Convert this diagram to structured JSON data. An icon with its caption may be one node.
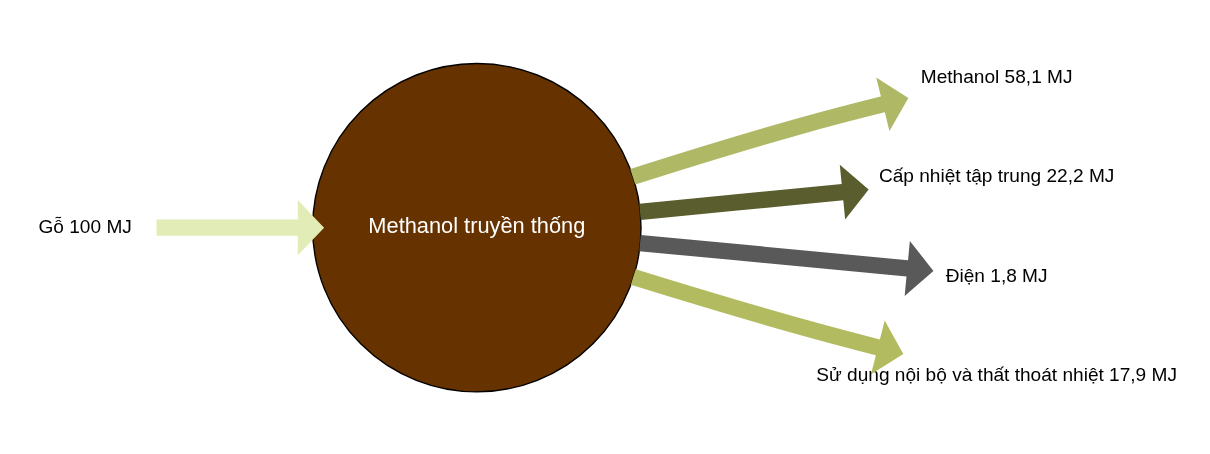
{
  "diagram": {
    "nodes": [
      {
        "text": [
          "Gỗ 100 MJ"
        ]
      },
      {
        "text": [
          "Methanol truyền thống"
        ]
      },
      {
        "text": [
          "Methanol 58,1 MJ"
        ]
      },
      {
        "text": [
          "Cấp nhiệt tập trung 22,2 MJ"
        ]
      },
      {
        "text": [
          "Điện 1,8 MJ"
        ]
      },
      {
        "text": [
          "Sử dụng nội bộ và thất thoát nhiệt 17,9 MJ"
        ]
      }
    ],
    "edges": [
      {
        "from": 0,
        "to": 1,
        "arrow": "to",
        "color": "#e2ecb6"
      },
      {
        "from": 1,
        "to": 2,
        "arrow": "to",
        "color": "#afb865"
      },
      {
        "from": 1,
        "to": 3,
        "arrow": "to",
        "color": "#5a5e2e"
      },
      {
        "from": 1,
        "to": 4,
        "arrow": "to",
        "color": "#595959"
      },
      {
        "from": 1,
        "to": 5,
        "arrow": "to",
        "color": "#b3bb60"
      }
    ]
  }
}
